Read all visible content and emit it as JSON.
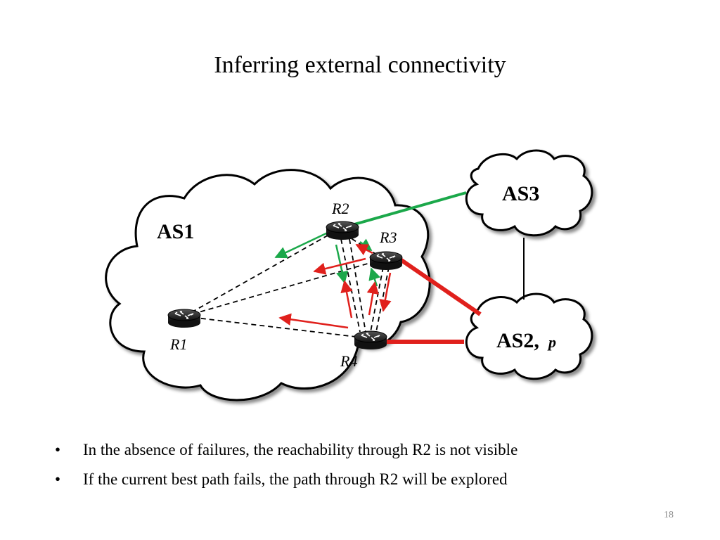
{
  "title": "Inferring external connectivity",
  "diagram": {
    "as_labels": {
      "as1": "AS1",
      "as2": "AS2,",
      "as2_prefix": "p",
      "as3": "AS3"
    },
    "routers": {
      "r1": "R1",
      "r2": "R2",
      "r3": "R3",
      "r4": "R4"
    },
    "colors": {
      "green": "#1ba84a",
      "red": "#e0201c",
      "black": "#000000"
    }
  },
  "bullets": [
    "In the absence of failures, the reachability through R2 is not visible",
    "If the current best path fails, the path through R2 will be explored"
  ],
  "bullet_symbol": "•",
  "page_number": "18"
}
